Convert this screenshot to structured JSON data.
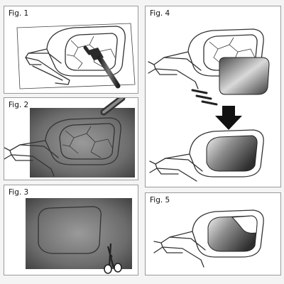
{
  "figures": [
    {
      "id": "fig1",
      "label": "Fig. 1"
    },
    {
      "id": "fig2",
      "label": "Fig. 2"
    },
    {
      "id": "fig3",
      "label": "Fig. 3"
    },
    {
      "id": "fig4",
      "label": "Fig. 4"
    },
    {
      "id": "fig5",
      "label": "Fig. 5"
    }
  ]
}
